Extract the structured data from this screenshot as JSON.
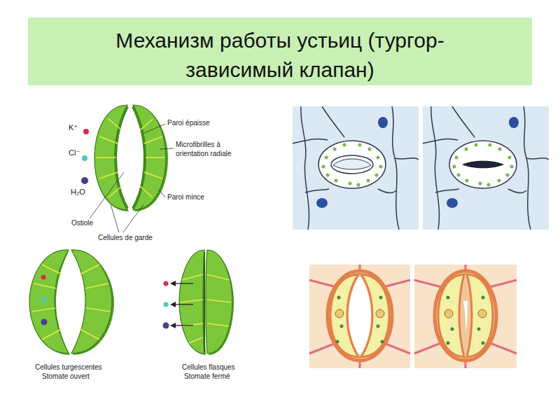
{
  "diagram": {
    "title": "Механизм работы устьиц (тургор-зависимый клапан)",
    "labels": [
      "K⁺",
      "Cl⁻",
      "H₂O",
      "Paroi épaisse",
      "Microfibrilles à orientation radiale",
      "Paroi mince",
      "Ostiole",
      "Cellules de garde",
      "Cellules turgescentes",
      "Stomate ouvert",
      "Cellules flasques",
      "Stomate fermé"
    ]
  }
}
